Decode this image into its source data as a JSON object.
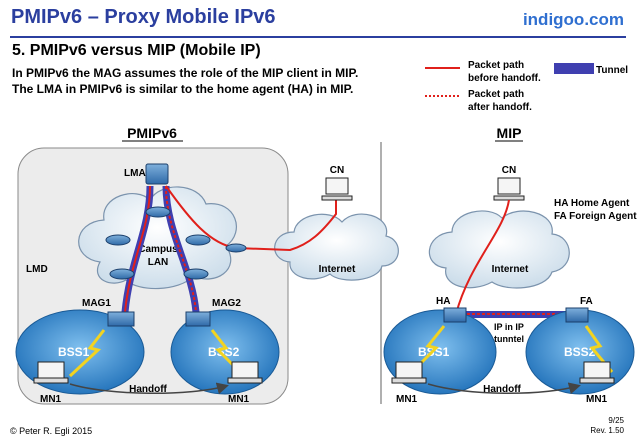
{
  "header": {
    "title": "PMIPv6 – Proxy Mobile IPv6",
    "site": "indigoo.com"
  },
  "subtitle": "5. PMIPv6 versus MIP (Mobile IP)",
  "description": {
    "line1": "In PMIPv6 the MAG assumes the role of the MIP client in MIP.",
    "line2": "The LMA in PMIPv6 is similar to the home agent (HA) in MIP."
  },
  "legend": {
    "before_line1": "Packet path",
    "before_line2": "before handoff.",
    "after_line1": "Packet path",
    "after_line2": "after handoff.",
    "tunnel": "Tunnel"
  },
  "colors": {
    "title": "#2b3f9f",
    "site": "#2f6fd0",
    "path_before": "#e0201b",
    "tunnel": "#3f3fb0",
    "bss": "#2a7fc8"
  },
  "pmip": {
    "heading": "PMIPv6",
    "lma": "LMA",
    "cn": "CN",
    "campus_lan": [
      "Campus",
      "LAN"
    ],
    "internet": "Internet",
    "lmd": "LMD",
    "mag1": "MAG1",
    "mag2": "MAG2",
    "bss1": "BSS1",
    "bss2": "BSS2",
    "mn1_left": "MN1",
    "mn1_right": "MN1",
    "handoff": "Handoff"
  },
  "mip": {
    "heading": "MIP",
    "cn": "CN",
    "ha_fa_1": "HA Home Agent",
    "ha_fa_2": "FA Foreign Agent",
    "internet": "Internet",
    "ha": "HA",
    "fa": "FA",
    "ip_in_ip": [
      "IP in IP",
      "tunntel"
    ],
    "bss1": "BSS1",
    "bss2": "BSS2",
    "mn1_left": "MN1",
    "mn1_right": "MN1",
    "handoff": "Handoff"
  },
  "footer": {
    "copyright": "© Peter R. Egli 2015",
    "page": "9/25",
    "rev": "Rev. 1.50"
  }
}
